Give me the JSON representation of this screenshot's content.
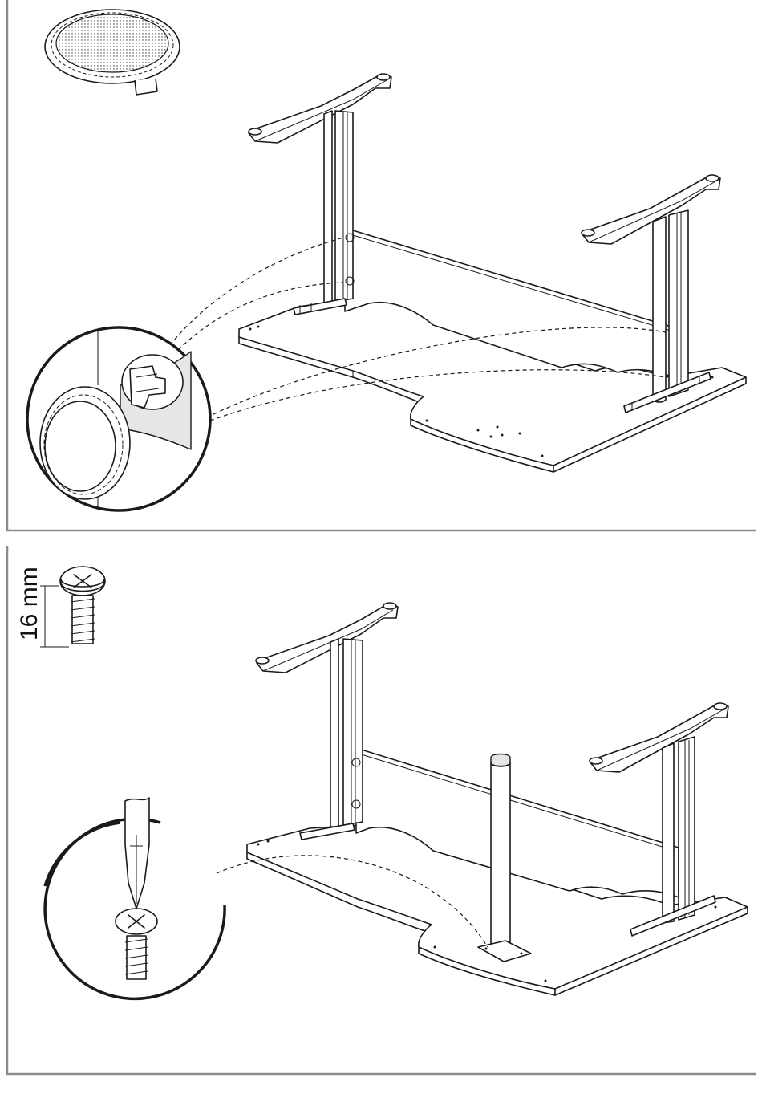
{
  "figure": {
    "steps": [
      {
        "id": "step-a",
        "parts": [
          "cap-cover",
          "desk-frame",
          "desktop",
          "detail-magnifier"
        ]
      },
      {
        "id": "step-b",
        "parts": [
          "screw",
          "screwdriver",
          "desk-frame",
          "desktop",
          "support-leg",
          "detail-magnifier"
        ],
        "screw_length_label": "16 mm"
      }
    ],
    "icons": [
      "cap-cover-icon",
      "screw-icon",
      "screwdriver-icon",
      "magnifier-icon"
    ]
  }
}
